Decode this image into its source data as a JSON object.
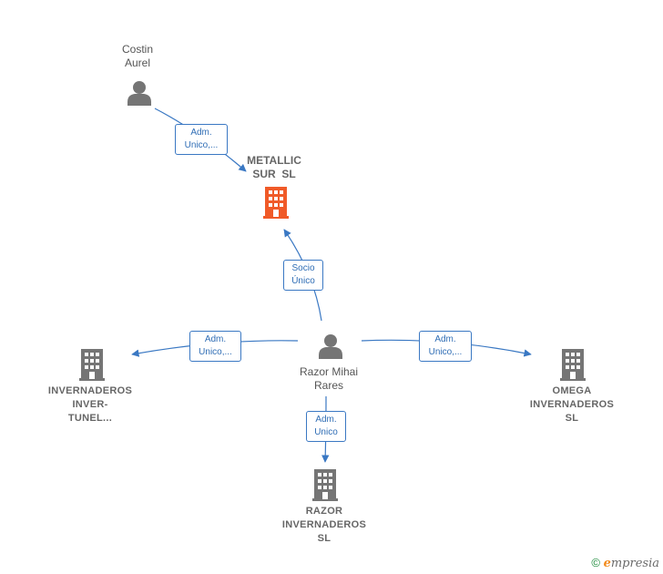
{
  "nodes": {
    "costin": {
      "name_line1": "Costin",
      "name_line2": "Aurel",
      "icon": "person-icon"
    },
    "metallic": {
      "name_line1": "METALLIC",
      "name_line2": "SUR  SL",
      "icon": "building-icon",
      "color": "#f05a28"
    },
    "razor_person": {
      "name_line1": "Razor Mihai",
      "name_line2": "Rares",
      "icon": "person-icon"
    },
    "inver_tunel": {
      "name_line1": "INVERNADEROS",
      "name_line2": "INVER-",
      "name_line3": "TUNEL...",
      "icon": "building-icon"
    },
    "omega": {
      "name_line1": "OMEGA",
      "name_line2": "INVERNADEROS",
      "name_line3": "SL",
      "icon": "building-icon"
    },
    "razor_inv": {
      "name_line1": "RAZOR",
      "name_line2": "INVERNADEROS",
      "name_line3": "SL",
      "icon": "building-icon"
    }
  },
  "edges": {
    "costin_metallic": {
      "line1": "Adm.",
      "line2": "Unico,..."
    },
    "razor_metallic": {
      "line1": "Socio",
      "line2": "Único"
    },
    "razor_tunel": {
      "line1": "Adm.",
      "line2": "Unico,..."
    },
    "razor_omega": {
      "line1": "Adm.",
      "line2": "Unico,..."
    },
    "razor_razorinv": {
      "line1": "Adm.",
      "line2": "Unico"
    }
  },
  "colors": {
    "edge": "#3a78c3",
    "node_gray": "#757575",
    "highlight": "#f05a28"
  },
  "footer": {
    "copyright": "©",
    "brand_initial": "e",
    "brand_rest": "mpresia"
  }
}
